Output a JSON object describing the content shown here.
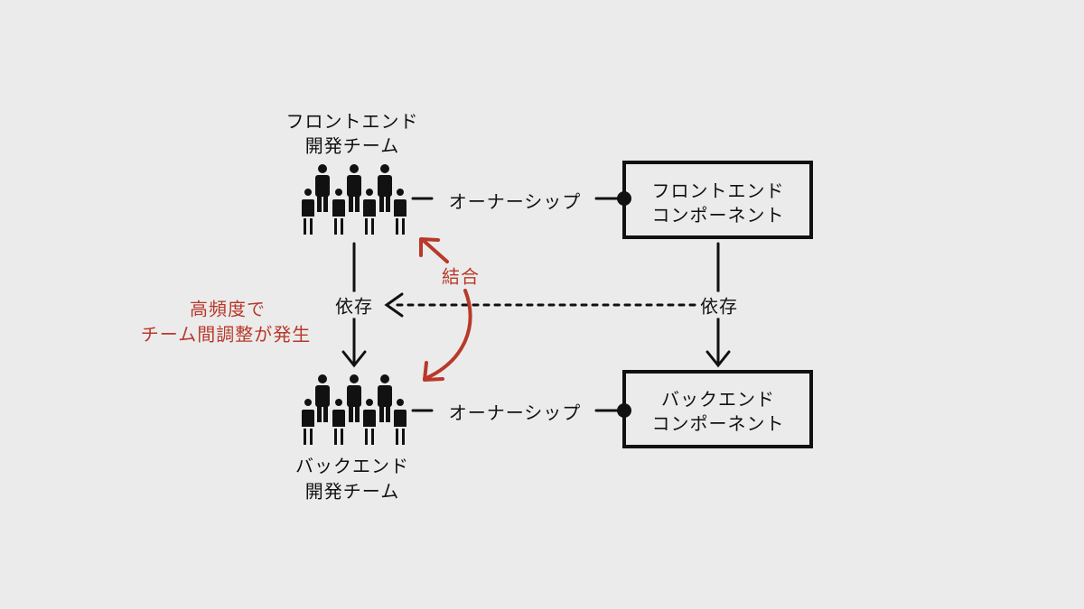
{
  "frontend_team": {
    "line1": "フロントエンド",
    "line2": "開発チーム"
  },
  "backend_team": {
    "line1": "バックエンド",
    "line2": "開発チーム"
  },
  "frontend_component": {
    "line1": "フロントエンド",
    "line2": "コンポーネント"
  },
  "backend_component": {
    "line1": "バックエンド",
    "line2": "コンポーネント"
  },
  "ownership_label": "オーナーシップ",
  "dependency_label": "依存",
  "coupling_label": "結合",
  "annotation": {
    "line1": "高頻度で",
    "line2": "チーム間調整が発生"
  },
  "colors": {
    "background": "#ebebeb",
    "ink": "#111111",
    "accent": "#b8392a"
  }
}
